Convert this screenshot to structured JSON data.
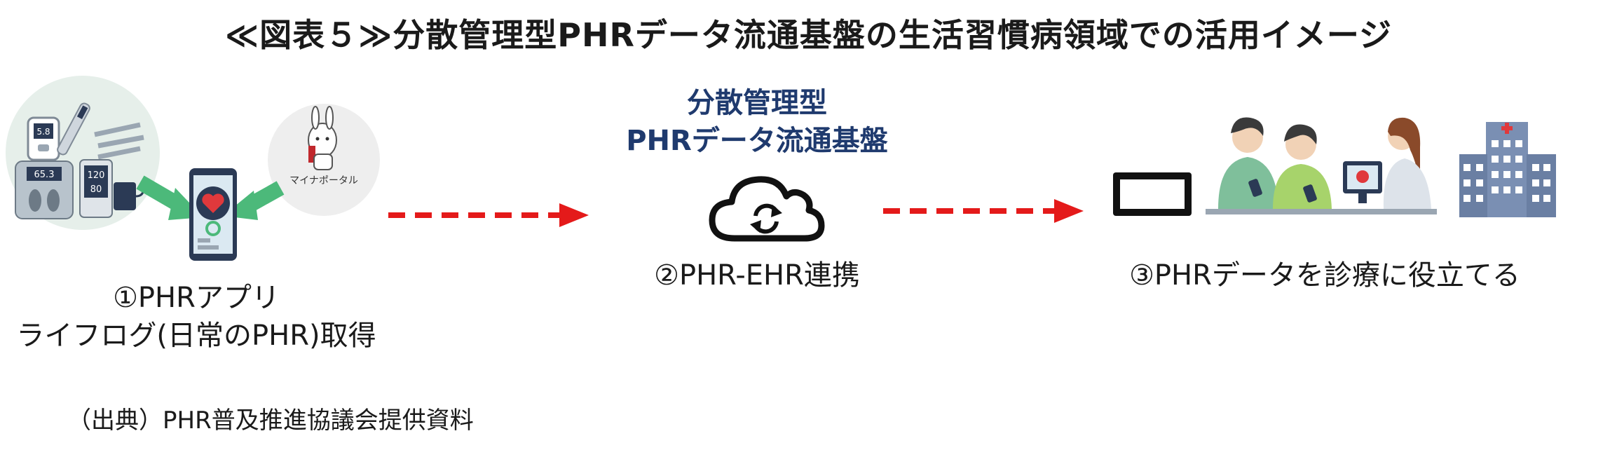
{
  "title": "≪図表５≫分散管理型PHRデータ流通基盤の生活習慣病領域での活用イメージ",
  "platform": {
    "line1": "分散管理型",
    "line2": "PHRデータ流通基盤"
  },
  "steps": [
    {
      "line1": "①PHRアプリ",
      "line2": "ライフログ(日常のPHR)取得"
    },
    {
      "line1": "②PHR-EHR連携"
    },
    {
      "line1": "③PHRデータを診療に役立てる"
    }
  ],
  "devices": {
    "scale_reading": "65.3",
    "glucose_reading": "5.8",
    "bp_reading_top": "120",
    "bp_reading_bottom": "80",
    "mynaportal_label": "マイナポータル"
  },
  "source": "（出典）PHR普及推進協議会提供資料",
  "colors": {
    "arrow_red": "#e41a1a",
    "green_arrow": "#4cb97a",
    "navy": "#1f3a6e",
    "circle_bg": "#e6efea"
  }
}
